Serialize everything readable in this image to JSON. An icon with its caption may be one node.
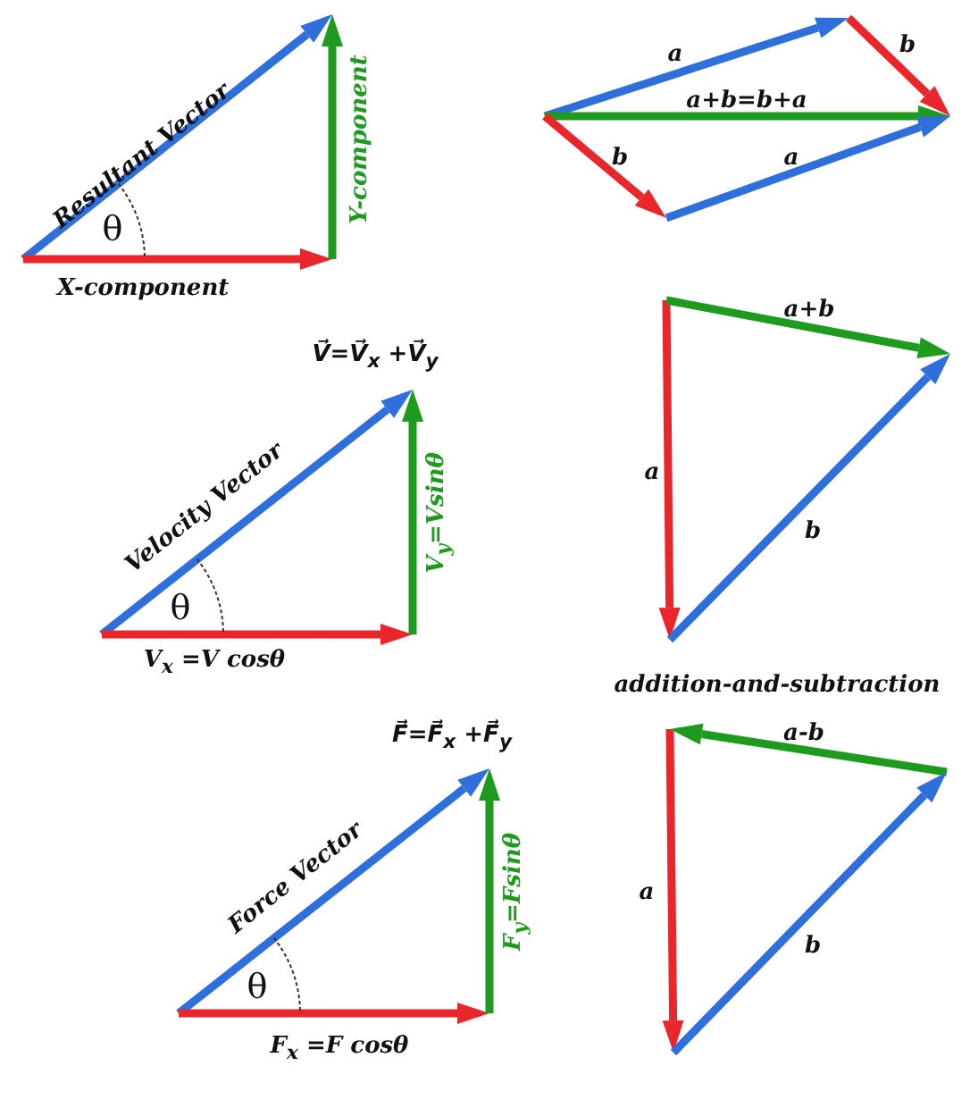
{
  "diagram": {
    "labels": [
      "Resultant Vector",
      "θ",
      "Y-component",
      "X-component",
      "a",
      "b",
      "a+b=b+a",
      "b",
      "a",
      "V⃗=V⃗$_{x}$ +V⃗$_{y}$",
      "a+b",
      "Velocity Vector",
      "θ",
      "V$_{y}$=Vsinθ",
      "a",
      "b",
      "V$_{x}$ =V cosθ",
      "addition-and-subtraction",
      "F⃗=F⃗$_{x}$ +F⃗$_{y}$",
      "a-b",
      "Force Vector",
      "θ",
      "F$_{y}$=Fsinθ",
      "a",
      "b",
      "F$_{x}$ =F cosθ"
    ]
  }
}
